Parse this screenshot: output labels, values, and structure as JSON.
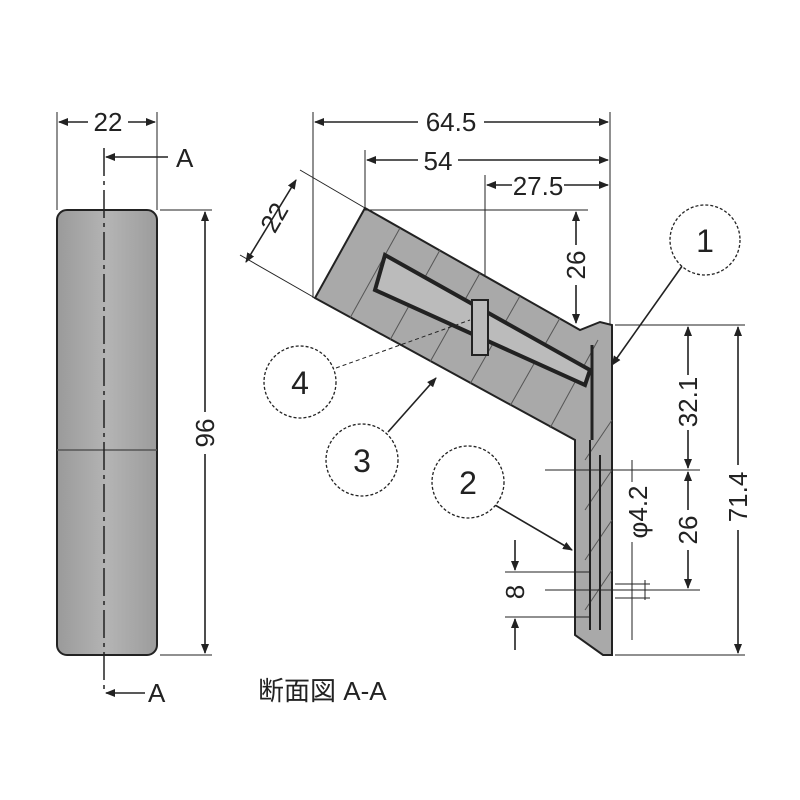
{
  "front_view": {
    "width_dim": "22",
    "height_dim": "96",
    "section_mark_top": "A",
    "section_mark_bottom": "A"
  },
  "section_view": {
    "caption": "断面図 A-A",
    "dims": {
      "overall_width": "64.5",
      "width_54": "54",
      "width_27_5": "27.5",
      "depth_26_top": "26",
      "thickness_22": "22",
      "height_32_1": "32.1",
      "height_71_4": "71.4",
      "pitch_26": "26",
      "hole_dia": "φ4.2",
      "offset_8": "8"
    },
    "callouts": [
      "1",
      "2",
      "3",
      "4"
    ]
  },
  "colors": {
    "part_fill": "#a9a9a9",
    "line": "#222222"
  }
}
